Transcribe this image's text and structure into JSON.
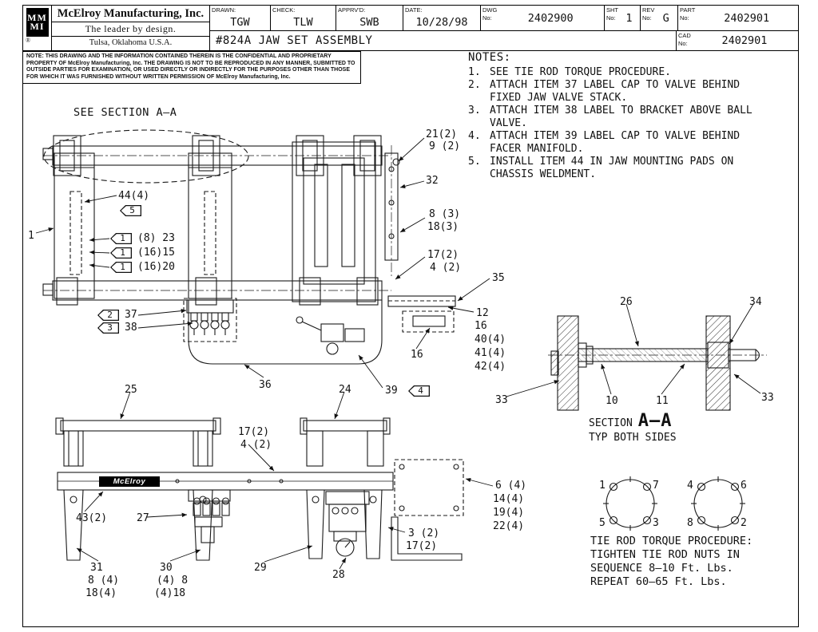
{
  "title_block": {
    "logo_top": "MM",
    "logo_bottom": "MI",
    "registered": "®",
    "company": "McElroy Manufacturing, Inc.",
    "tagline": "The leader by design.",
    "location": "Tulsa, Oklahoma U.S.A.",
    "drawing_title": "#824A JAW SET ASSEMBLY",
    "fields": {
      "drawn": {
        "label": "DRAWN:",
        "value": "TGW"
      },
      "check": {
        "label": "CHECK:",
        "value": "TLW"
      },
      "apprvd": {
        "label": "APPRV'D:",
        "value": "SWB"
      },
      "date": {
        "label": "DATE:",
        "value": "10/28/98"
      },
      "dwg": {
        "l1": "DWG",
        "l2": "No:",
        "value": "2402900"
      },
      "sht": {
        "l1": "SHT",
        "l2": "No:",
        "value": "1"
      },
      "rev": {
        "l1": "REV",
        "l2": "No:",
        "value": "G"
      },
      "part": {
        "l1": "PART",
        "l2": "No:",
        "value": "2402901"
      },
      "cad": {
        "l1": "CAD",
        "l2": "No:",
        "value": "2402901"
      }
    }
  },
  "proprietary_note": "NOTE: THIS DRAWING AND THE INFORMATION CONTAINED THEREIN IS THE CONFIDENTIAL AND PROPRIETARY PROPERTY OF McElroy Manufacturing, Inc. THE DRAWING IS NOT TO BE REPRODUCED IN ANY MANNER, SUBMITTED TO OUTSIDE PARTIES FOR EXAMINATION, OR USED DIRECTLY OR INDIRECTLY FOR THE PURPOSES OTHER THAN THOSE FOR WHICH IT WAS FURNISHED WITHOUT WRITTEN PERMISSION OF McElroy Manufacturing, Inc.",
  "notes": {
    "heading": "NOTES:",
    "items": [
      {
        "num": "1.",
        "text": "SEE TIE ROD TORQUE PROCEDURE."
      },
      {
        "num": "2.",
        "text": "ATTACH ITEM 37 LABEL CAP TO VALVE BEHIND FIXED JAW VALVE STACK."
      },
      {
        "num": "3.",
        "text": "ATTACH ITEM 38 LABEL TO BRACKET ABOVE BALL VALVE."
      },
      {
        "num": "4.",
        "text": "ATTACH ITEM 39 LABEL CAP TO VALVE BEHIND FACER MANIFOLD."
      },
      {
        "num": "5.",
        "text": "INSTALL ITEM 44 IN JAW MOUNTING PADS ON CHASSIS WELDMENT."
      }
    ]
  },
  "see_section": "SEE SECTION A–A",
  "machine_label": "McElroy",
  "section": {
    "prefix": "SECTION",
    "name": "A–A",
    "typ": "TYP BOTH SIDES"
  },
  "torque_procedure": {
    "line1": "TIE ROD TORQUE PROCEDURE:",
    "line2": "TIGHTEN TIE ROD NUTS IN",
    "line3": "SEQUENCE 8–10 Ft. Lbs.",
    "line4": "REPEAT 60–65 Ft. Lbs."
  },
  "flags": {
    "f23": "1",
    "f15": "1",
    "f20": "1",
    "f37": "2",
    "f38": "3",
    "f39": "4",
    "f44": "5"
  },
  "bolt_pattern": {
    "left": [
      "1",
      "7",
      "5",
      "3"
    ],
    "right": [
      "4",
      "6",
      "8",
      "2"
    ]
  },
  "callouts": [
    {
      "text": "21(2)"
    },
    {
      "text": "9 (2)"
    },
    {
      "text": "32"
    },
    {
      "text": "8 (3)"
    },
    {
      "text": "18(3)"
    },
    {
      "text": "17(2)"
    },
    {
      "text": "4 (2)"
    },
    {
      "text": "35"
    },
    {
      "text": "12"
    },
    {
      "text": "16"
    },
    {
      "text": "40(4)"
    },
    {
      "text": "41(4)"
    },
    {
      "text": "42(4)"
    },
    {
      "text": "44(4)"
    },
    {
      "text": "1"
    },
    {
      "text": "(8) 23"
    },
    {
      "text": "(16)15"
    },
    {
      "text": "(16)20"
    },
    {
      "text": "37"
    },
    {
      "text": "38"
    },
    {
      "text": "36"
    },
    {
      "text": "16"
    },
    {
      "text": "24"
    },
    {
      "text": "39"
    },
    {
      "text": "25"
    },
    {
      "text": "17(2)"
    },
    {
      "text": "4 (2)"
    },
    {
      "text": "43(2)"
    },
    {
      "text": "27"
    },
    {
      "text": "31"
    },
    {
      "text": "8 (4)"
    },
    {
      "text": "18(4)"
    },
    {
      "text": "30"
    },
    {
      "text": "(4) 8"
    },
    {
      "text": "(4)18"
    },
    {
      "text": "29"
    },
    {
      "text": "28"
    },
    {
      "text": "3 (2)"
    },
    {
      "text": "17(2)"
    },
    {
      "text": "6 (4)"
    },
    {
      "text": "14(4)"
    },
    {
      "text": "19(4)"
    },
    {
      "text": "22(4)"
    },
    {
      "text": "26"
    },
    {
      "text": "34"
    },
    {
      "text": "33"
    },
    {
      "text": "10"
    },
    {
      "text": "11"
    },
    {
      "text": "33"
    }
  ]
}
